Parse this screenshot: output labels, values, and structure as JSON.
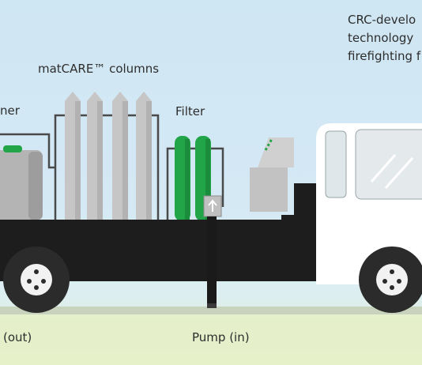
{
  "labels": {
    "softener": "ner",
    "columns": "matCARE™ columns",
    "filter": "Filter",
    "outlet": "(out)",
    "pump": "Pump (in)"
  },
  "note_lines": [
    "CRC-develo",
    "technology",
    "firefighting f"
  ],
  "colors": {
    "sky": "#d3e8f4",
    "ground": "#e4efc8",
    "road": "#c8d3bd",
    "truck_body": "#1d1d1d",
    "cab": "#ffffff",
    "column": "#c4c4c4",
    "filter": "#21a548",
    "pipe": "#4a4a4a",
    "tank": "#b0b0b0",
    "wheel": "#2a2a2a",
    "hub": "#f2f2f2"
  }
}
